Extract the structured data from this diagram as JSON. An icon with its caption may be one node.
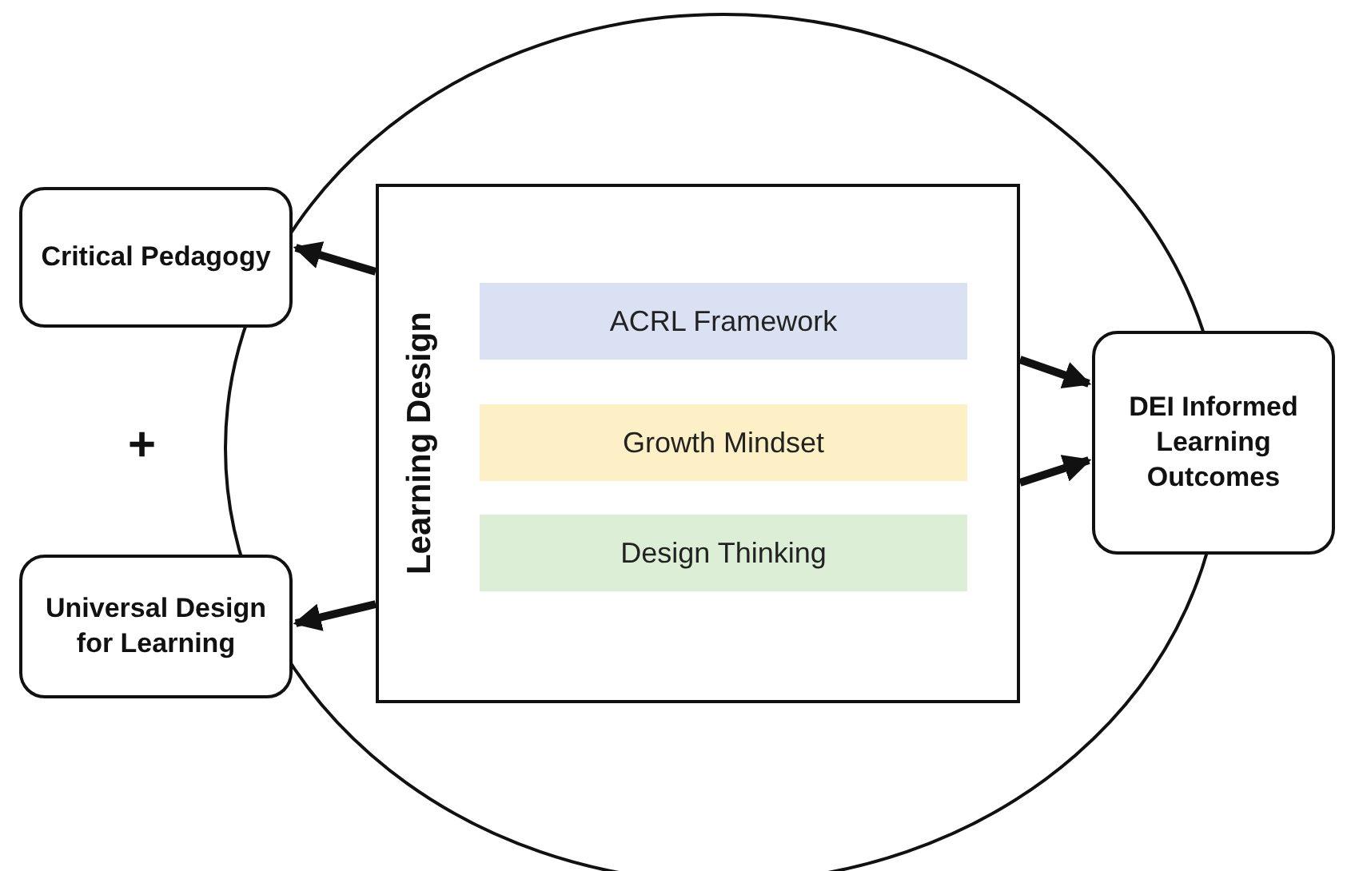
{
  "diagram": {
    "nodes": [
      {
        "text": [],
        "shape": "circle"
      },
      {
        "text": [
          "Critical Pedagogy"
        ]
      },
      {
        "text": [
          "Learning Design"
        ],
        "in": 0
      },
      {
        "text": [
          "ACRL Framework"
        ],
        "in": 2
      },
      {
        "text": [
          "Growth Mindset"
        ],
        "in": 2
      },
      {
        "text": [
          "Design Thinking"
        ],
        "in": 2
      },
      {
        "text": [
          "DEI Informed Learning Outcomes"
        ]
      },
      {
        "text": [
          "Universal Design for Learning"
        ]
      }
    ],
    "edges": [
      {
        "from": 2,
        "to": 1,
        "arrow": "to"
      },
      {
        "from": 2,
        "to": 6,
        "arrow": "to"
      },
      {
        "from": 2,
        "to": 6,
        "arrow": "to"
      },
      {
        "from": 2,
        "to": 7,
        "arrow": "to"
      }
    ],
    "labels": [
      "+"
    ]
  }
}
